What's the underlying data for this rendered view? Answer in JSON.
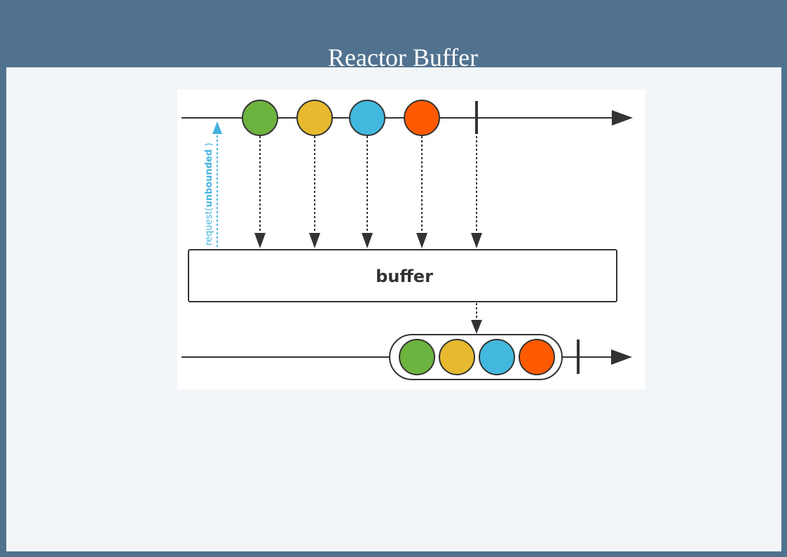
{
  "header": {
    "title": "Reactor Buffer"
  },
  "diagram": {
    "operator_label": "buffer",
    "request_label_prefix": "request(",
    "request_label_arg": "unbounded",
    "request_label_suffix": " )",
    "colors": {
      "items": [
        "#6db33f",
        "#e6b92f",
        "#43b8df",
        "#ff5a00"
      ],
      "request": "#45b3e0",
      "line": "#333333"
    }
  }
}
